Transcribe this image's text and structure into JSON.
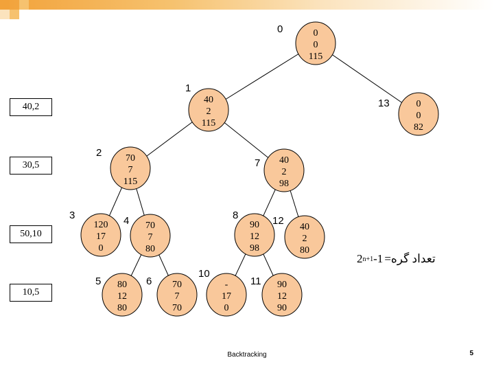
{
  "colors": {
    "node_fill": "#f9c89b",
    "edge": "#000000",
    "accent": "#f2a23a"
  },
  "items": [
    "40,2",
    "30,5",
    "50,10",
    "10,5"
  ],
  "nodes": [
    {
      "id": "0",
      "lines": [
        "0",
        "0",
        "115"
      ]
    },
    {
      "id": "1",
      "lines": [
        "40",
        "2",
        "115"
      ]
    },
    {
      "id": "13",
      "lines": [
        "0",
        "0",
        "82"
      ]
    },
    {
      "id": "2",
      "lines": [
        "70",
        "7",
        "115"
      ]
    },
    {
      "id": "7",
      "lines": [
        "40",
        "2",
        "98"
      ]
    },
    {
      "id": "3",
      "lines": [
        "120",
        "17",
        "0"
      ]
    },
    {
      "id": "4",
      "lines": [
        "70",
        "7",
        "80"
      ]
    },
    {
      "id": "8",
      "lines": [
        "90",
        "12",
        "98"
      ]
    },
    {
      "id": "12",
      "lines": [
        "40",
        "2",
        "80"
      ]
    },
    {
      "id": "5",
      "lines": [
        "80",
        "12",
        "80"
      ]
    },
    {
      "id": "6",
      "lines": [
        "70",
        "7",
        "70"
      ]
    },
    {
      "id": "10",
      "lines": [
        "-",
        "17",
        "0"
      ]
    },
    {
      "id": "11",
      "lines": [
        "90",
        "12",
        "90"
      ]
    }
  ],
  "edges": [
    [
      "0",
      "1"
    ],
    [
      "0",
      "13"
    ],
    [
      "1",
      "2"
    ],
    [
      "1",
      "7"
    ],
    [
      "2",
      "3"
    ],
    [
      "2",
      "4"
    ],
    [
      "4",
      "5"
    ],
    [
      "4",
      "6"
    ],
    [
      "7",
      "8"
    ],
    [
      "7",
      "12"
    ],
    [
      "8",
      "10"
    ],
    [
      "8",
      "11"
    ]
  ],
  "formula": {
    "label": "تعداد گره=",
    "base": "2",
    "exponent": "n+1",
    "suffix": "-1"
  },
  "footer": {
    "title": "Backtracking",
    "page": "5"
  }
}
